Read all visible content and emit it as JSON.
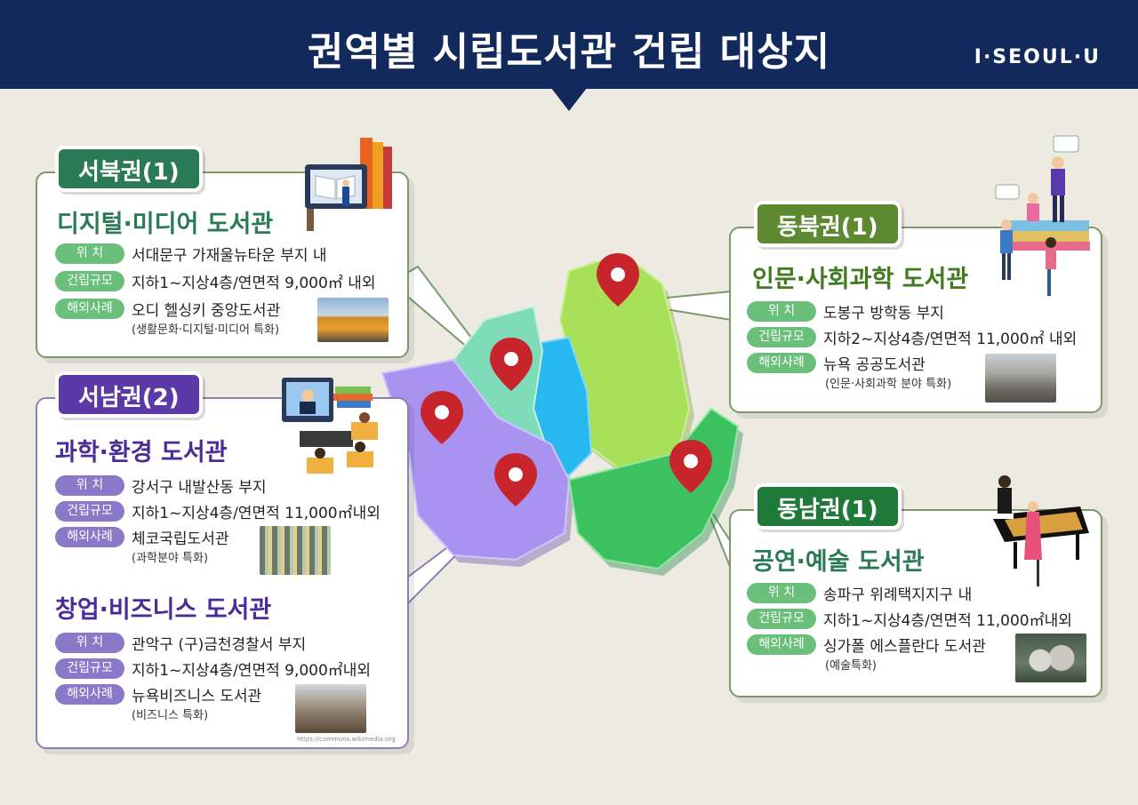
{
  "header": {
    "title": "권역별 시립도서관 건립 대상지",
    "logo": "I·SEOUL·U"
  },
  "labels": {
    "location": "위 치",
    "scale": "건립규모",
    "overseas": "해외사례"
  },
  "northwest": {
    "region": "서북권(1)",
    "library": "디지털·미디어 도서관",
    "location": "서대문구 가재울뉴타운 부지 내",
    "scale": "지하1~지상4층/연면적 9,000㎡ 내외",
    "overseas": "오디 헬싱키 중앙도서관",
    "note": "(생활문화·디지털·미디어 특화)"
  },
  "southwest": {
    "region": "서남권(2)",
    "lib1": {
      "library": "과학·환경 도서관",
      "location": "강서구 내발산동 부지",
      "scale": "지하1~지상4층/연면적 11,000㎡내외",
      "overseas": "체코국립도서관",
      "note": "(과학분야 특화)"
    },
    "lib2": {
      "library": "창업·비즈니스 도서관",
      "location": "관악구 (구)금천경찰서 부지",
      "scale": "지하1~지상4층/연면적 9,000㎡내외",
      "overseas": "뉴욕비즈니스 도서관",
      "note": "(비즈니스 특화)",
      "credit": "https://commons.wikimedia.org"
    }
  },
  "northeast": {
    "region": "동북권(1)",
    "library": "인문·사회과학 도서관",
    "location": "도봉구 방학동 부지",
    "scale": "지하2~지상4층/연면적 11,000㎡ 내외",
    "overseas": "뉴욕 공공도서관",
    "note": "(인문·사회과학 분야 특화)"
  },
  "southeast": {
    "region": "동남권(1)",
    "library": "공연·예술 도서관",
    "location": "송파구 위례택지지구 내",
    "scale": "지하1~지상4층/연면적 11,000㎡내외",
    "overseas": "싱가폴 에스플란다 도서관",
    "note": "(예술특화)"
  },
  "colors": {
    "navy": "#12295c",
    "northwest": "#2a7a55",
    "northeast": "#5d8a30",
    "southwest": "#5b3aa8",
    "southeast": "#1f7a3a",
    "pin": "#c8242b"
  },
  "icons": [
    "map-pin-icon",
    "books-illustration",
    "classroom-illustration",
    "people-books-illustration",
    "piano-illustration"
  ]
}
